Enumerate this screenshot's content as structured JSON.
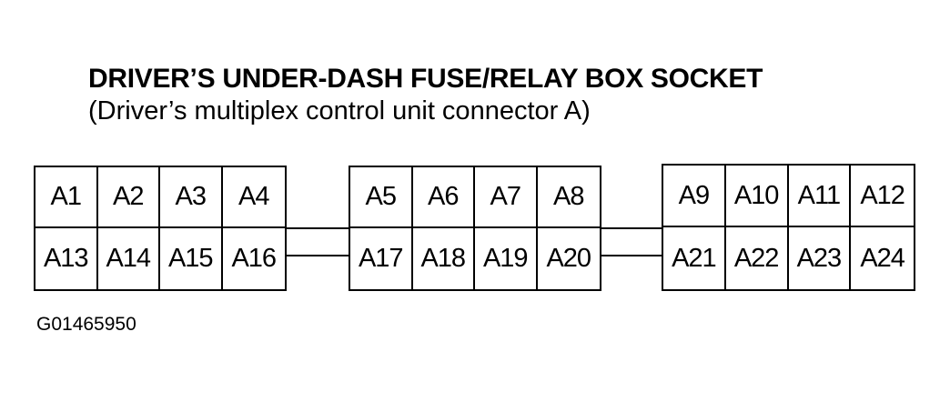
{
  "header": {
    "title": "DRIVER’S UNDER-DASH FUSE/RELAY BOX SOCKET",
    "subtitle": "(Driver’s multiplex control unit connector A)"
  },
  "connectors": [
    {
      "pins": [
        "A1",
        "A2",
        "A3",
        "A4",
        "A13",
        "A14",
        "A15",
        "A16"
      ]
    },
    {
      "pins": [
        "A5",
        "A6",
        "A7",
        "A8",
        "A17",
        "A18",
        "A19",
        "A20"
      ]
    },
    {
      "pins": [
        "A9",
        "A10",
        "A11",
        "A12",
        "A21",
        "A22",
        "A23",
        "A24"
      ]
    }
  ],
  "figure_id": "G01465950"
}
